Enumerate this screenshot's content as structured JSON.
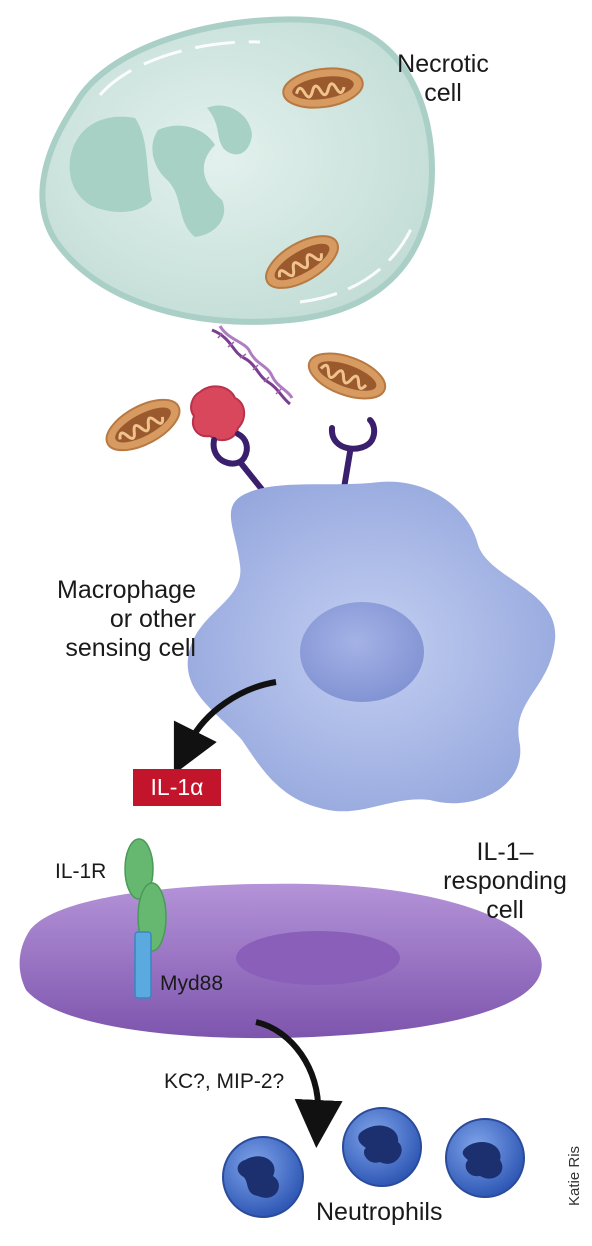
{
  "labels": {
    "necrotic_cell": [
      "Necrotic",
      "cell"
    ],
    "sensing_cell": [
      "Macrophage",
      "or other",
      "sensing cell"
    ],
    "il1_alpha": "IL-1α",
    "il1r": "IL-1R",
    "myd88": "Myd88",
    "responding_cell": [
      "IL-1–",
      "responding",
      "cell"
    ],
    "chemokines": "KC?, MIP-2?",
    "neutrophils": "Neutrophils",
    "credit": "Katie Ris"
  },
  "colors": {
    "necrotic_fill": "#cfe6e0",
    "necrotic_nucleus": "#a3cfc2",
    "mitochondria": "#c98a52",
    "damp": "#d8475c",
    "dna": "#8b4f98",
    "receptor": "#3a1f6d",
    "macrophage": "#a9b8e6",
    "il1a_box": "#c2152b",
    "responding_cell": "#9a75c2",
    "il1r": "#64b56e",
    "myd88": "#5aa9e0",
    "neutrophil": "#4c78cf",
    "arrow": "#111111"
  },
  "icons": [
    "mitochondrion-icon",
    "dna-helix-icon",
    "receptor-icon",
    "arrow-icon"
  ]
}
